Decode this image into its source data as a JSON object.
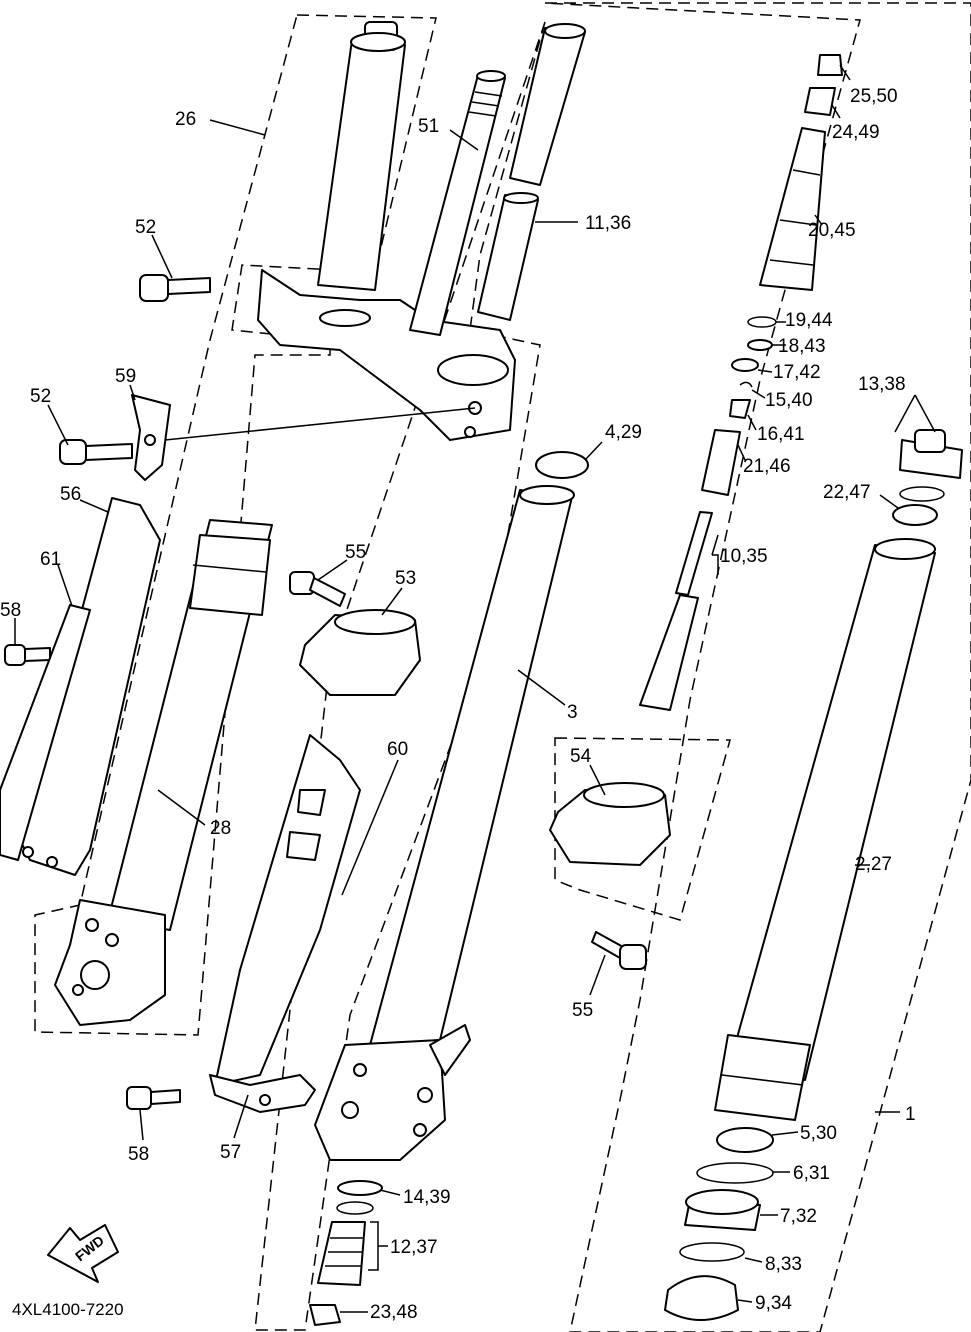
{
  "diagram": {
    "drawing_code": "4XL4100-7220",
    "direction_badge": "FWD",
    "callouts": [
      {
        "id": "c26",
        "text": "26"
      },
      {
        "id": "c51",
        "text": "51"
      },
      {
        "id": "c11_36",
        "text": "11,36"
      },
      {
        "id": "c52a",
        "text": "52"
      },
      {
        "id": "c52b",
        "text": "52"
      },
      {
        "id": "c59",
        "text": "59"
      },
      {
        "id": "c56",
        "text": "56"
      },
      {
        "id": "c61",
        "text": "61"
      },
      {
        "id": "c58a",
        "text": "58"
      },
      {
        "id": "c55a",
        "text": "55"
      },
      {
        "id": "c53",
        "text": "53"
      },
      {
        "id": "c4_29",
        "text": "4,29"
      },
      {
        "id": "c3",
        "text": "3"
      },
      {
        "id": "c28",
        "text": "28"
      },
      {
        "id": "c60",
        "text": "60"
      },
      {
        "id": "c54",
        "text": "54"
      },
      {
        "id": "c55b",
        "text": "55"
      },
      {
        "id": "c58b",
        "text": "58"
      },
      {
        "id": "c57",
        "text": "57"
      },
      {
        "id": "c14_39",
        "text": "14,39"
      },
      {
        "id": "c12_37",
        "text": "12,37"
      },
      {
        "id": "c23_48",
        "text": "23,48"
      },
      {
        "id": "c25_50",
        "text": "25,50"
      },
      {
        "id": "c24_49",
        "text": "24,49"
      },
      {
        "id": "c20_45",
        "text": "20,45"
      },
      {
        "id": "c19_44",
        "text": "19,44"
      },
      {
        "id": "c18_43",
        "text": "18,43"
      },
      {
        "id": "c17_42",
        "text": "17,42"
      },
      {
        "id": "c15_40",
        "text": "15,40"
      },
      {
        "id": "c16_41",
        "text": "16,41"
      },
      {
        "id": "c21_46",
        "text": "21,46"
      },
      {
        "id": "c10_35",
        "text": "10,35"
      },
      {
        "id": "c13_38",
        "text": "13,38"
      },
      {
        "id": "c22_47",
        "text": "22,47"
      },
      {
        "id": "c2_27",
        "text": "2,27"
      },
      {
        "id": "c1",
        "text": "1"
      },
      {
        "id": "c5_30",
        "text": "5,30"
      },
      {
        "id": "c6_31",
        "text": "6,31"
      },
      {
        "id": "c7_32",
        "text": "7,32"
      },
      {
        "id": "c8_33",
        "text": "8,33"
      },
      {
        "id": "c9_34",
        "text": "9,34"
      }
    ]
  }
}
